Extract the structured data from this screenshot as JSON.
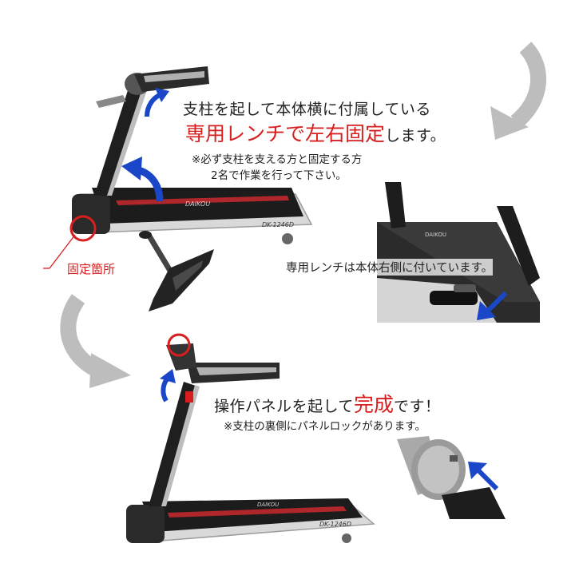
{
  "step1": {
    "line1": "支柱を起して本体横に付属している",
    "line2_highlight": "専用レンチで左右固定",
    "line2_rest": "します。",
    "note_line1": "※必ず支柱を支える方と固定する方",
    "note_line2": "2名で作業を行って下さい。",
    "callout_label": "固定箇所",
    "wrench_location": "専用レンチは本体右側に付いています。",
    "brand": "DAIKOU",
    "model": "DK-1246D"
  },
  "step2": {
    "line1_pre": "操作パネルを起して",
    "line1_highlight": "完成",
    "line1_post": "です！",
    "note": "※支柱の裏側にパネルロックがあります。",
    "brand": "DAIKOU",
    "model": "DK-1246D"
  },
  "colors": {
    "accent_red": "#d81e1e",
    "arrow_blue": "#1a46c8",
    "arrow_gray": "#bdbdbd",
    "frame_silver": "#c9c9c9",
    "belt_black": "#1c1c1c"
  },
  "icons": [
    "curved-gray-arrow-icon",
    "blue-up-arrow-icon",
    "blue-pointer-arrow-icon",
    "red-circle-marker-icon"
  ]
}
